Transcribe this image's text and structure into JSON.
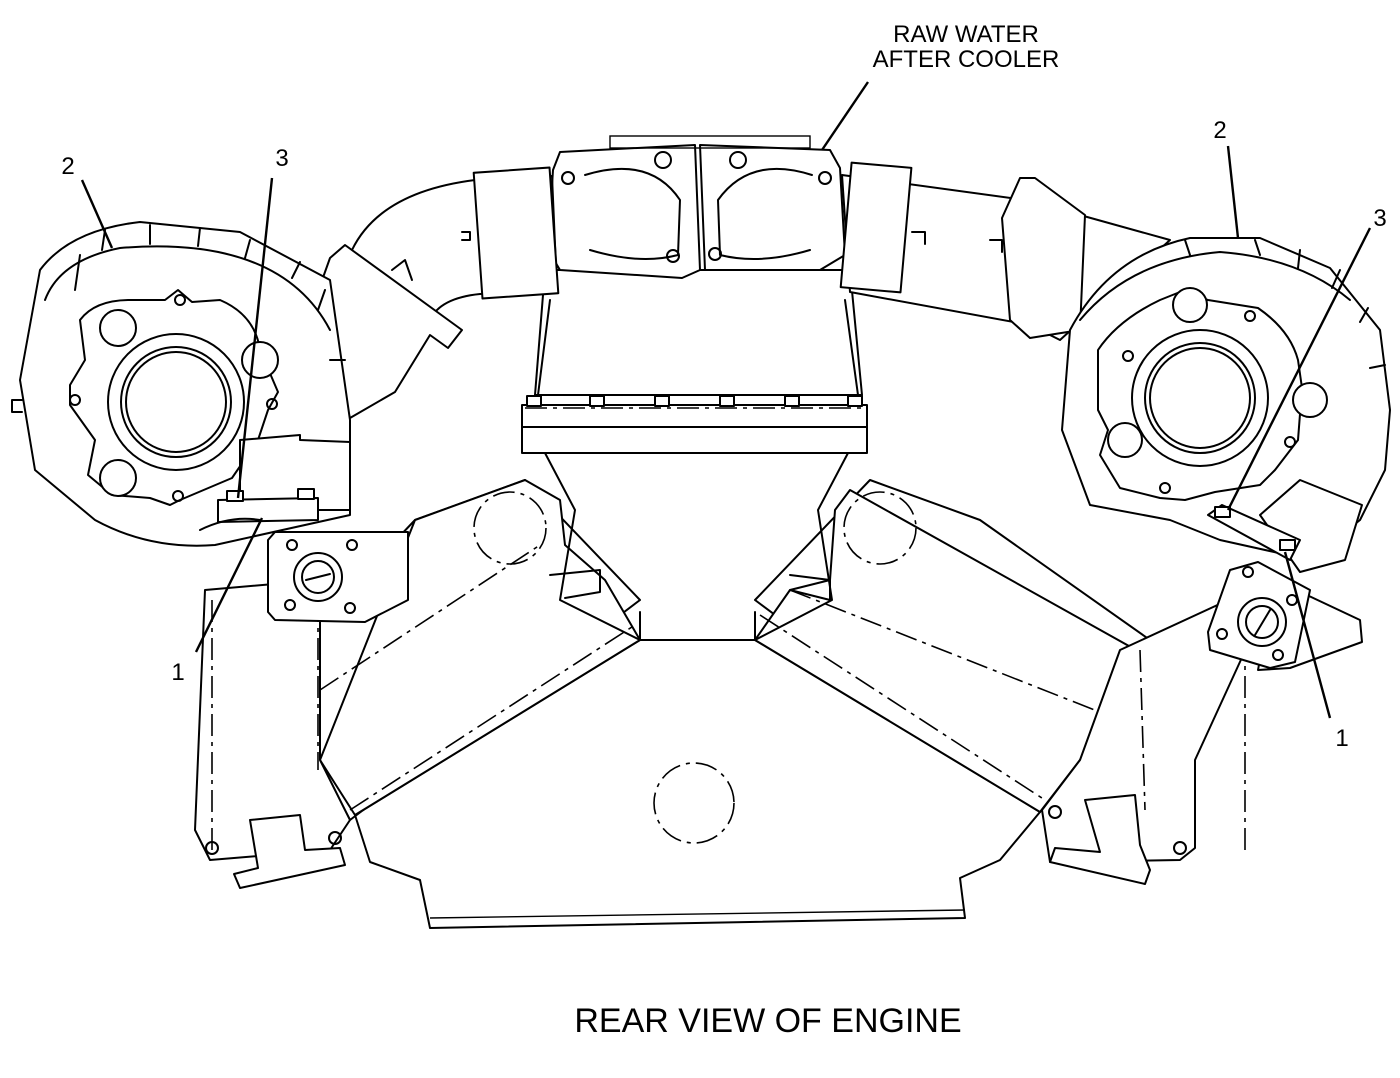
{
  "callouts": {
    "raw_water_line1": "RAW WATER",
    "raw_water_line2": "AFTER COOLER",
    "left_2": "2",
    "left_3": "3",
    "left_1": "1",
    "right_2": "2",
    "right_3": "3",
    "right_1": "1"
  },
  "caption": "REAR VIEW OF ENGINE"
}
